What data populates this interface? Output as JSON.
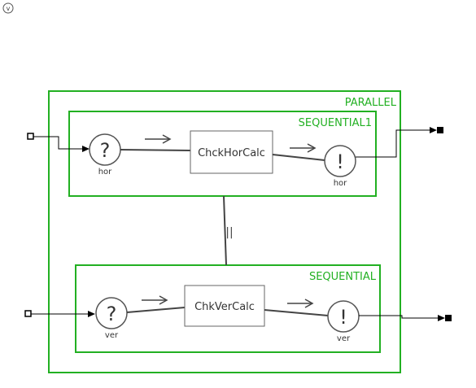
{
  "toggle": {
    "label": "v"
  },
  "parallel": {
    "label": "PARALLEL"
  },
  "sequential1": {
    "label": "SEQUENTIAL1",
    "input_symbol": "?",
    "input_label": "hor",
    "block_label": "ChckHorCalc",
    "output_symbol": "!",
    "output_label": "hor"
  },
  "sequential": {
    "label": "SEQUENTIAL",
    "input_symbol": "?",
    "input_label": "ver",
    "block_label": "ChkVerCalc",
    "output_symbol": "!",
    "output_label": "ver"
  },
  "parallel_bar": {
    "label": "||"
  },
  "colors": {
    "container": "#22b022",
    "line": "#444444",
    "text": "#333333"
  }
}
